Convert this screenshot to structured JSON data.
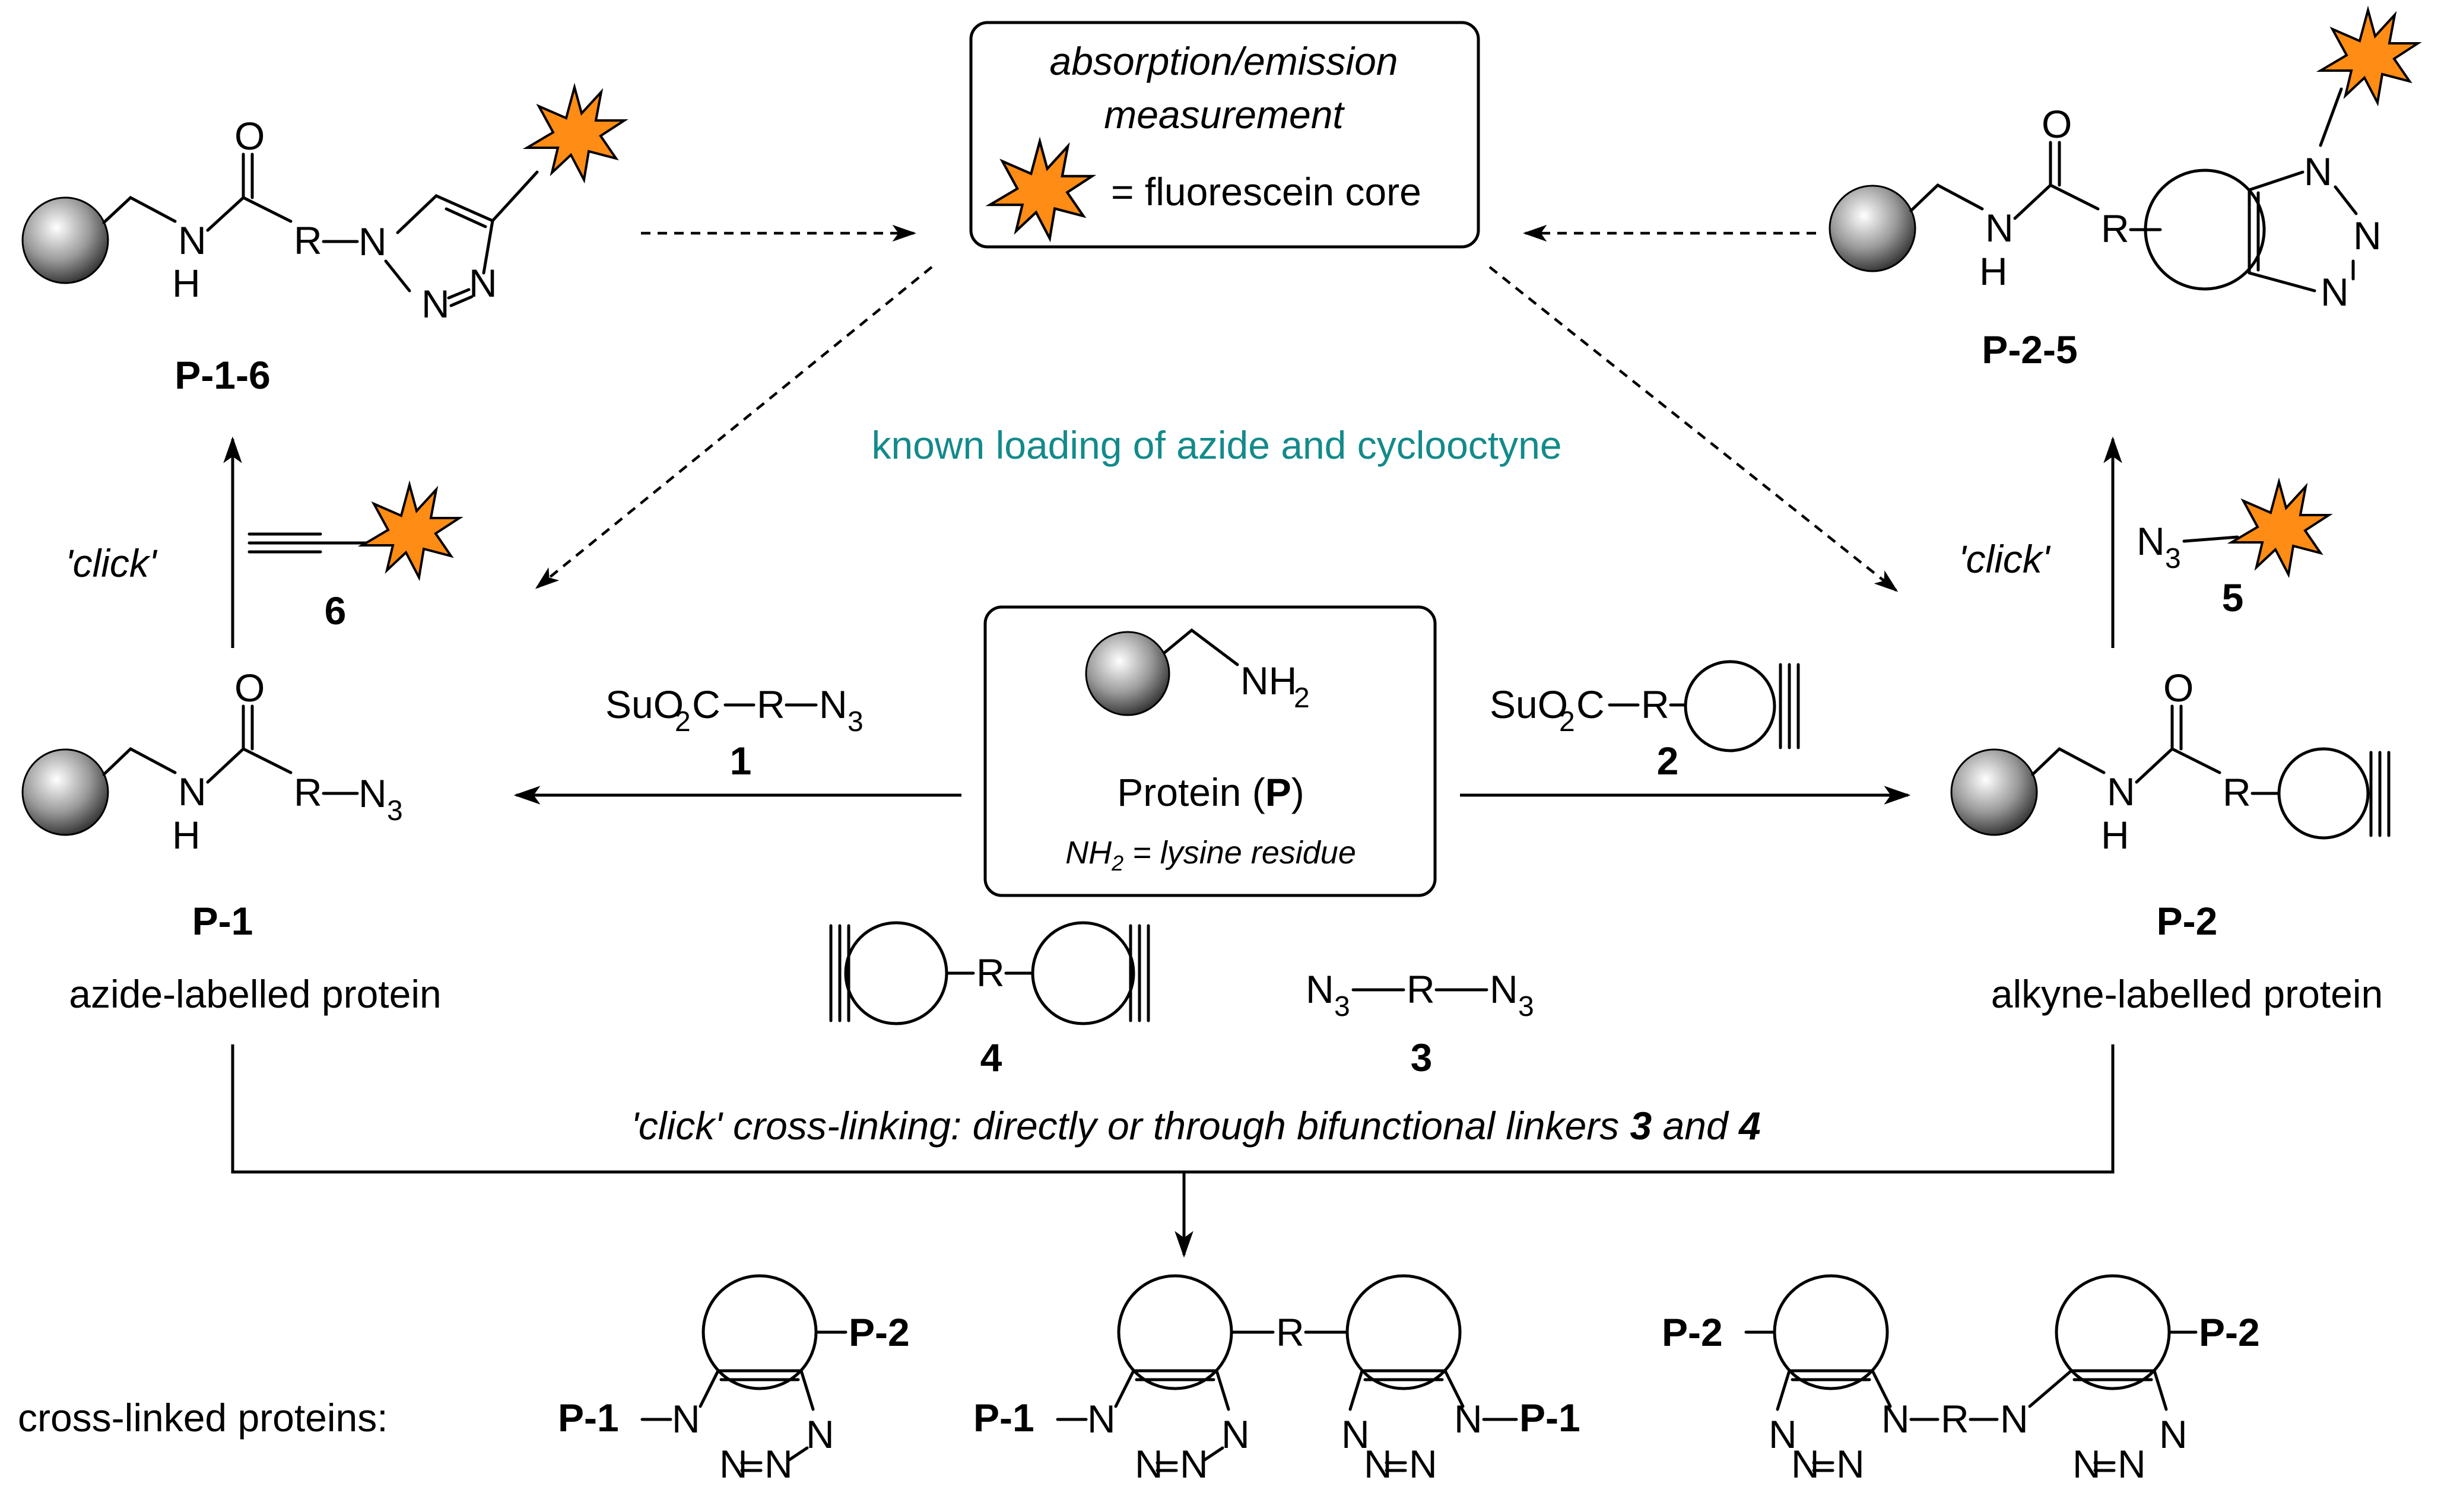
{
  "measure_box": {
    "line1": "absorption/emission",
    "line2": "measurement",
    "legend": "= fluorescein core"
  },
  "known_loading": "known loading of azide and cyclooctyne",
  "click": "'click'",
  "atoms": {
    "O": "O",
    "N": "N",
    "H": "H",
    "R": "R",
    "NH2": "NH",
    "N3": "N",
    "sub2": "2",
    "sub3": "3"
  },
  "reagent1": {
    "text": "SuO",
    "text2": "C",
    "number": "1"
  },
  "reagent2": {
    "text": "SuO",
    "text2": "C",
    "number": "2"
  },
  "reagent5_number": "5",
  "reagent6_number": "6",
  "linker3_number": "3",
  "linker4_number": "4",
  "protein_box": {
    "name_prefix": "Protein (",
    "name_bold": "P",
    "name_suffix": ")",
    "note": "= lysine residue",
    "note_nh": "NH"
  },
  "labels": {
    "p1": "P-1",
    "p1_caption": "azide-labelled protein",
    "p2": "P-2",
    "p2_caption": "alkyne-labelled protein",
    "p16": "P-1-6",
    "p25": "P-2-5"
  },
  "crosslink": {
    "caption_prefix": "'click' cross-linking: directly or through bifunctional linkers ",
    "n3": "3",
    "and": " and ",
    "n4": "4",
    "products_label": "cross-linked proteins:",
    "p1": "P-1",
    "p2": "P-2"
  },
  "colors": {
    "star": "#ff8c14",
    "teal": "#138a8a"
  }
}
